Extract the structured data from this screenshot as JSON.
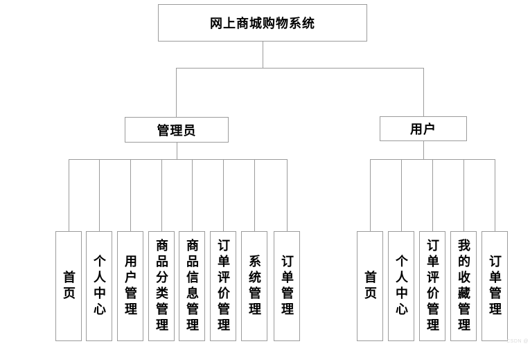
{
  "diagram": {
    "title": "网上商城购物系统",
    "branches": [
      {
        "label": "管理员",
        "children": [
          "首页",
          "个人中心",
          "用户管理",
          "商品分类管理",
          "商品信息管理",
          "订单评价管理",
          "系统管理",
          "订单管理"
        ]
      },
      {
        "label": "用户",
        "children": [
          "首页",
          "个人中心",
          "订单评价管理",
          "我的收藏管理",
          "订单管理"
        ]
      }
    ],
    "watermark": "CSDN @",
    "colors": {
      "line": "#9b9b9b",
      "text": "#000000",
      "background": "#ffffff"
    }
  }
}
